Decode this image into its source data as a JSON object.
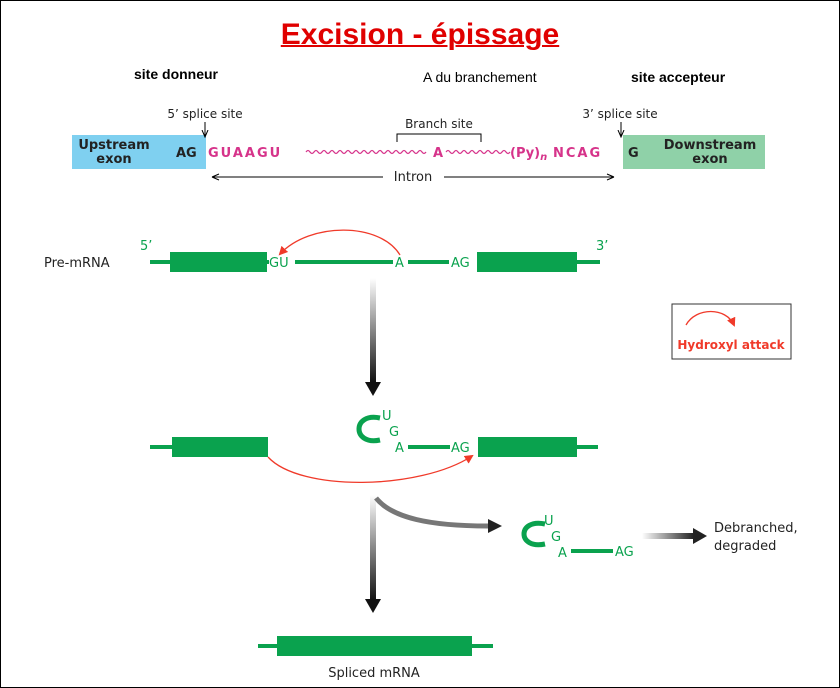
{
  "title": "Excision - épissage",
  "header_labels": {
    "donor": "site donneur",
    "branch": "A du branchement",
    "acceptor": "site accepteur"
  },
  "splice_sites": {
    "five_prime": "5’ splice site",
    "branch_site": "Branch site",
    "three_prime": "3’ splice site",
    "upstream_line1": "Upstream",
    "upstream_line2": "exon",
    "downstream_line1": "Downstream",
    "downstream_line2": "exon",
    "ag_left": "AG",
    "donor_seq": "GUAAGU",
    "branch_a": "A",
    "py_open": "(Py)",
    "py_sub": "n",
    "acceptor_seq": "NCAG",
    "g_right": "G",
    "intron": "Intron"
  },
  "pre_mrna": {
    "label": "Pre-mRNA",
    "five": "5’",
    "three": "3’",
    "gu": "GU",
    "a": "A",
    "ag": "AG"
  },
  "intermediate": {
    "u": "U",
    "g": "G",
    "a": "A",
    "ag": "AG"
  },
  "lariat_product": {
    "u": "U",
    "g": "G",
    "a": "A",
    "ag": "AG",
    "label_line1": "Debranched,",
    "label_line2": "degraded"
  },
  "legend": {
    "label": "Hydroxyl attack"
  },
  "spliced": {
    "label": "Spliced mRNA"
  },
  "colors": {
    "title": "#e00000",
    "exon_green": "#0aa24e",
    "upstream_blue": "#7fd0f0",
    "downstream_green": "#8fd1a8",
    "sequence_magenta": "#d6338a",
    "arrow_red": "#f03a2a"
  }
}
